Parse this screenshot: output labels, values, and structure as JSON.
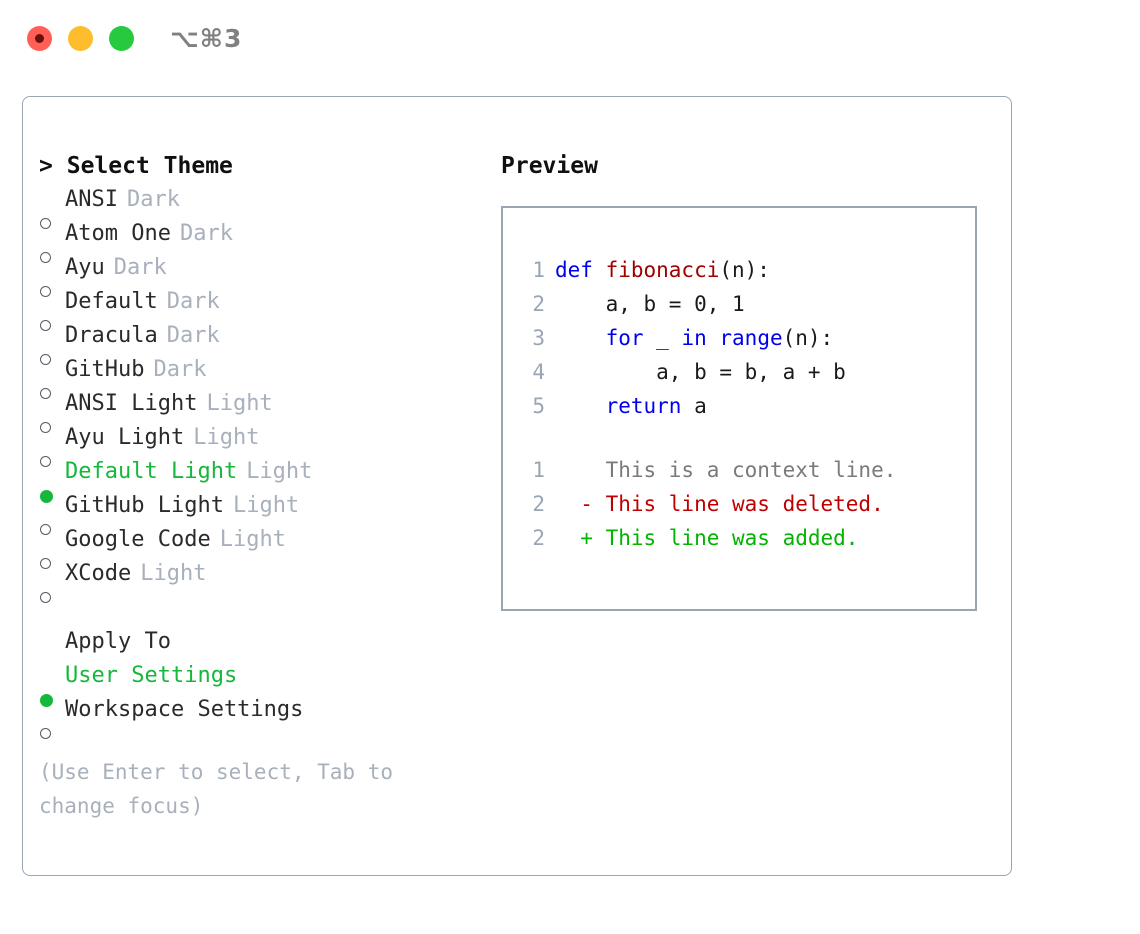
{
  "window": {
    "shortcut_title": "⌥⌘3",
    "traffic_lights": [
      "close-red",
      "minimize-yellow",
      "maximize-green"
    ]
  },
  "theme_panel": {
    "heading_caret": ">",
    "heading": "Select Theme",
    "items": [
      {
        "marker": "o",
        "label": "ANSI",
        "tag": "Dark",
        "selected": false
      },
      {
        "marker": "o",
        "label": "Atom One",
        "tag": "Dark",
        "selected": false
      },
      {
        "marker": "o",
        "label": "Ayu",
        "tag": "Dark",
        "selected": false
      },
      {
        "marker": "o",
        "label": "Default",
        "tag": "Dark",
        "selected": false
      },
      {
        "marker": "o",
        "label": "Dracula",
        "tag": "Dark",
        "selected": false
      },
      {
        "marker": "o",
        "label": "GitHub",
        "tag": "Dark",
        "selected": false
      },
      {
        "marker": "o",
        "label": "ANSI Light",
        "tag": "Light",
        "selected": false
      },
      {
        "marker": "o",
        "label": "Ayu Light",
        "tag": "Light",
        "selected": false
      },
      {
        "marker": "●",
        "label": "Default Light",
        "tag": "Light",
        "selected": true
      },
      {
        "marker": "o",
        "label": "GitHub Light",
        "tag": "Light",
        "selected": false
      },
      {
        "marker": "o",
        "label": "Google Code",
        "tag": "Light",
        "selected": false
      },
      {
        "marker": "o",
        "label": "XCode",
        "tag": "Light",
        "selected": false
      }
    ]
  },
  "apply_to": {
    "heading": "Apply To",
    "items": [
      {
        "marker": "●",
        "label": "User Settings",
        "selected": true
      },
      {
        "marker": "o",
        "label": "Workspace Settings",
        "selected": false
      }
    ]
  },
  "hint": "(Use Enter to select, Tab to change focus)",
  "preview": {
    "title": "Preview",
    "code_lines": [
      {
        "no": "1",
        "tokens": [
          {
            "t": "def ",
            "c": "kw"
          },
          {
            "t": "fibonacci",
            "c": "fn"
          },
          {
            "t": "(n):",
            "c": "pl"
          }
        ]
      },
      {
        "no": "2",
        "tokens": [
          {
            "t": "    a, b = 0, 1",
            "c": "pl"
          }
        ]
      },
      {
        "no": "3",
        "tokens": [
          {
            "t": "    ",
            "c": "pl"
          },
          {
            "t": "for ",
            "c": "kw"
          },
          {
            "t": "_ ",
            "c": "pl"
          },
          {
            "t": "in ",
            "c": "kw"
          },
          {
            "t": "range",
            "c": "kw"
          },
          {
            "t": "(n):",
            "c": "pl"
          }
        ]
      },
      {
        "no": "4",
        "tokens": [
          {
            "t": "        a, b = b, a + b",
            "c": "pl"
          }
        ]
      },
      {
        "no": "5",
        "tokens": [
          {
            "t": "    ",
            "c": "pl"
          },
          {
            "t": "return ",
            "c": "kw"
          },
          {
            "t": "a",
            "c": "pl"
          }
        ]
      }
    ],
    "diff_lines": [
      {
        "no": "1",
        "sign": " ",
        "text": "This is a context line.",
        "kind": "ctx"
      },
      {
        "no": "2",
        "sign": "-",
        "text": "This line was deleted.",
        "kind": "del"
      },
      {
        "no": "2",
        "sign": "+",
        "text": "This line was added.",
        "kind": "add"
      }
    ]
  },
  "colors": {
    "accent_green": "#15b83c",
    "keyword_blue": "#0000ee",
    "function_red": "#a00000",
    "diff_delete": "#c00000",
    "diff_add": "#00b400",
    "muted": "#a8b0bc",
    "border": "#9aa5b4"
  }
}
